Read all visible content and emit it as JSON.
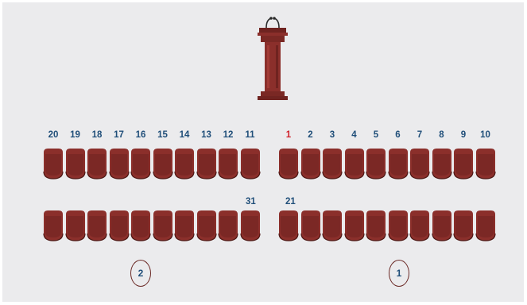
{
  "colors": {
    "background": "#ebebed",
    "seat": "#8b2f2b",
    "seat_dark": "#6f2320",
    "number": "#1f4e79",
    "highlight": "#d0202a"
  },
  "podium": {
    "icon": "podium-icon"
  },
  "left_section": {
    "top_numbers": [
      "20",
      "19",
      "18",
      "17",
      "16",
      "15",
      "14",
      "13",
      "12",
      "11"
    ],
    "second_row_number": "31",
    "group_label": "2"
  },
  "right_section": {
    "top_numbers": [
      "1",
      "2",
      "3",
      "4",
      "5",
      "6",
      "7",
      "8",
      "9",
      "10"
    ],
    "highlighted_seat": "1",
    "second_row_number": "21",
    "group_label": "1"
  }
}
